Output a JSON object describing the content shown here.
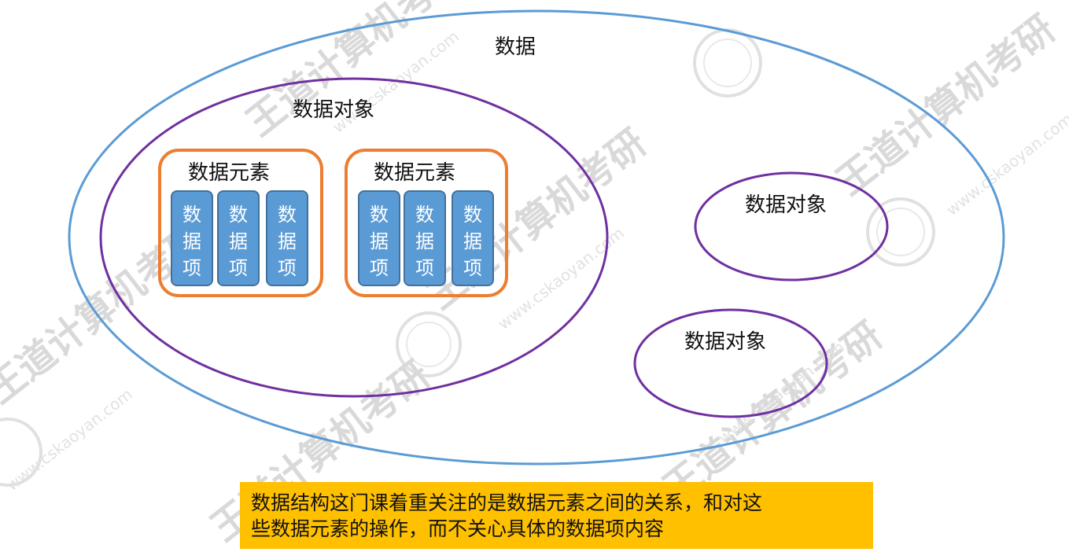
{
  "diagram": {
    "data_label": "数据",
    "object_label": "数据对象",
    "element_label": "数据元素",
    "item_chars": [
      "数",
      "据",
      "项"
    ]
  },
  "note": {
    "line1": "数据结构这门课着重关注的是数据元素之间的关系，和对这",
    "line2": "些数据元素的操作，而不关心具体的数据项内容"
  },
  "watermark": {
    "text": "王道计算机考研",
    "url": "www.cskaoyan.com"
  },
  "colors": {
    "data_ellipse": "#5b9bd5",
    "object_ellipse": "#7030a0",
    "element_box": "#ed7d31",
    "item_box": "#5b9bd5",
    "item_border": "#41719c",
    "note_background": "#ffc000"
  }
}
